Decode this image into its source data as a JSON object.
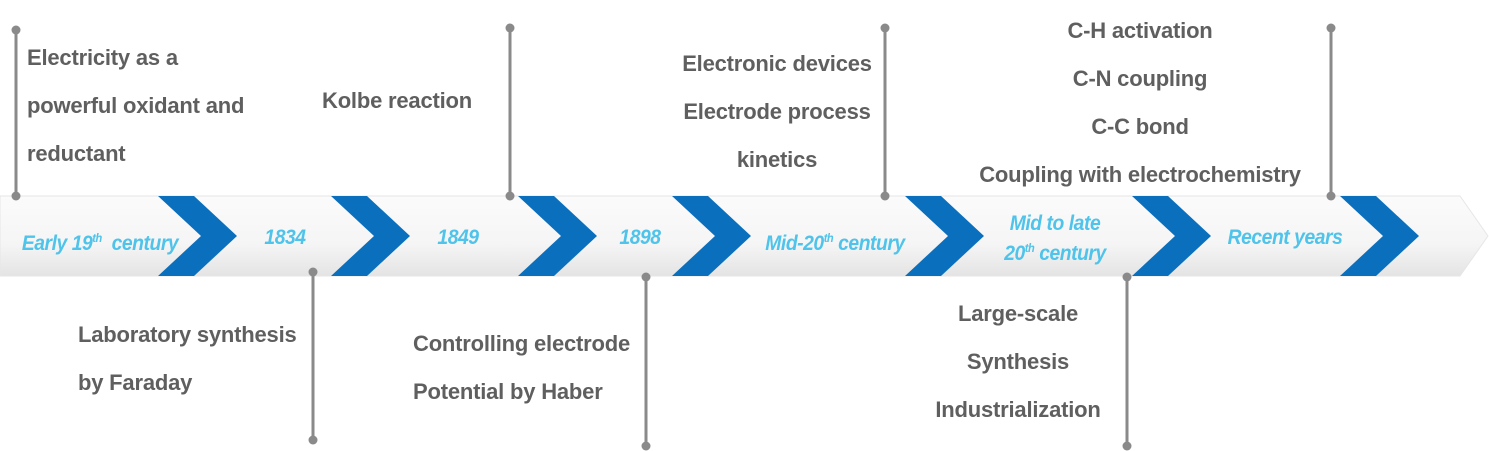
{
  "colors": {
    "chevron": "#0a6fbd",
    "label": "#4fc3ea",
    "text": "#5f5f5f",
    "connector": "#8a8a8a"
  },
  "periods": [
    {
      "pre": "Early 19",
      "sup": "th",
      "post": "  century"
    },
    {
      "pre": "1834",
      "sup": "",
      "post": ""
    },
    {
      "pre": "1849",
      "sup": "",
      "post": ""
    },
    {
      "pre": "1898",
      "sup": "",
      "post": ""
    },
    {
      "pre": "Mid-20",
      "sup": "th",
      "post": " century"
    },
    {
      "pre": "Mid to late",
      "line2_pre": "20",
      "sup": "th",
      "post": " century"
    },
    {
      "pre": "Recent years",
      "sup": "",
      "post": ""
    }
  ],
  "events": {
    "early19": [
      "Electricity as a",
      "powerful oxidant and",
      "reductant"
    ],
    "y1834": [
      "Laboratory synthesis",
      "by Faraday"
    ],
    "y1849": [
      "Kolbe reaction"
    ],
    "y1898": [
      "Controlling electrode",
      "Potential by Haber"
    ],
    "mid20": [
      "Electronic devices",
      "Electrode process",
      "kinetics"
    ],
    "midlate20": [
      "Large-scale",
      "Synthesis",
      "Industrialization"
    ],
    "recent": [
      "C-H activation",
      "C-N coupling",
      "C-C bond",
      "Coupling with electrochemistry"
    ]
  }
}
